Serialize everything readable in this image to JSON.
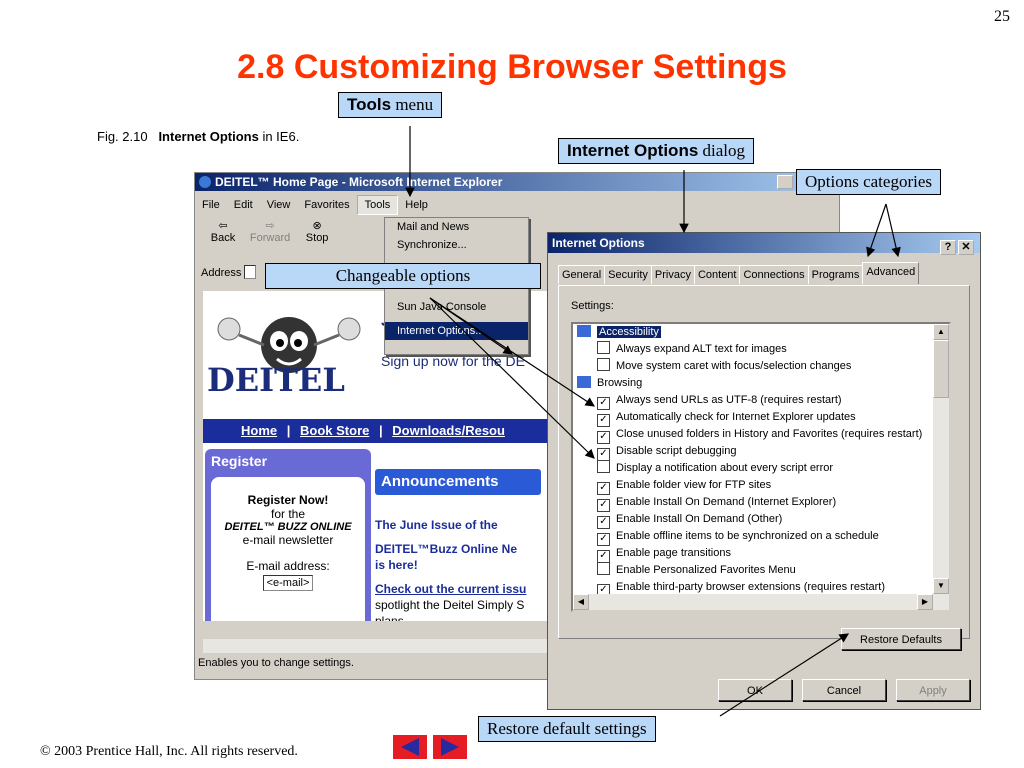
{
  "page_number": "25",
  "slide_title": "2.8 Customizing Browser Settings",
  "figure_caption": {
    "prefix": "Fig. 2.10",
    "bold": "Internet Options",
    "suffix": "in IE6."
  },
  "callouts": {
    "tools_menu": {
      "bold": "Tools",
      "text": "menu"
    },
    "internet_options_dialog": {
      "bold": "Internet Options",
      "text": "dialog"
    },
    "options_categories": "Options categories",
    "changeable_options": "Changeable options",
    "restore_default_settings": "Restore default settings"
  },
  "ie_window": {
    "title": "DEITEL™ Home Page - Microsoft Internet Explorer",
    "menu": [
      "File",
      "Edit",
      "View",
      "Favorites",
      "Tools",
      "Help"
    ],
    "toolbar": [
      "Back",
      "Forward",
      "Stop"
    ],
    "address_label": "Address",
    "tools_dropdown": [
      "Mail and News",
      "Synchronize...",
      "Sun Java Console",
      "Internet Options..."
    ],
    "status_text": "Enables you to change settings.",
    "page": {
      "logo_text": "DEITEL",
      "nav_links": [
        "Home",
        "Book Store",
        "Downloads/Resou"
      ],
      "signup_text": "Sign up now for the DE",
      "register_heading": "Register",
      "register_now": "Register Now!",
      "for_the": "for the",
      "buzz_online": "DEITEL™ BUZZ ONLINE",
      "newsletter": "e-mail newsletter",
      "email_label": "E-mail address:",
      "email_placeholder": "<e-mail>",
      "announcements": "Announcements",
      "june_issue": "The June Issue of the",
      "deitel_buzz": "DEITEL™Buzz Online Ne",
      "is_here": "is here!",
      "check_out": "Check out the current issu",
      "spotlight": "spotlight the Deitel Simply S",
      "plans": "plans."
    }
  },
  "dialog": {
    "title": "Internet Options",
    "help_btn": "?",
    "close_btn": "✕",
    "tabs": [
      "General",
      "Security",
      "Privacy",
      "Content",
      "Connections",
      "Programs",
      "Advanced"
    ],
    "active_tab": "Advanced",
    "settings_label": "Settings:",
    "items": [
      {
        "type": "category",
        "label": "Accessibility",
        "selected": true
      },
      {
        "type": "check",
        "label": "Always expand ALT text for images",
        "checked": false
      },
      {
        "type": "check",
        "label": "Move system caret with focus/selection changes",
        "checked": false
      },
      {
        "type": "category",
        "label": "Browsing",
        "selected": false
      },
      {
        "type": "check",
        "label": "Always send URLs as UTF-8 (requires restart)",
        "checked": true
      },
      {
        "type": "check",
        "label": "Automatically check for Internet Explorer updates",
        "checked": true
      },
      {
        "type": "check",
        "label": "Close unused folders in History and Favorites (requires restart)",
        "checked": true
      },
      {
        "type": "check",
        "label": "Disable script debugging",
        "checked": true
      },
      {
        "type": "check",
        "label": "Display a notification about every script error",
        "checked": false
      },
      {
        "type": "check",
        "label": "Enable folder view for FTP sites",
        "checked": true
      },
      {
        "type": "check",
        "label": "Enable Install On Demand (Internet Explorer)",
        "checked": true
      },
      {
        "type": "check",
        "label": "Enable Install On Demand (Other)",
        "checked": true
      },
      {
        "type": "check",
        "label": "Enable offline items to be synchronized on a schedule",
        "checked": true
      },
      {
        "type": "check",
        "label": "Enable page transitions",
        "checked": true
      },
      {
        "type": "check",
        "label": "Enable Personalized Favorites Menu",
        "checked": false
      },
      {
        "type": "check",
        "label": "Enable third-party browser extensions (requires restart)",
        "checked": true
      }
    ],
    "restore_defaults": "Restore Defaults",
    "ok": "OK",
    "cancel": "Cancel",
    "apply": "Apply"
  },
  "copyright": "© 2003 Prentice Hall, Inc.  All rights reserved.",
  "colors": {
    "title": "#ff3300",
    "callout_bg": "#b9d7f7",
    "nav_arrow": "#e51c23",
    "window_face": "#d4d0c8",
    "titlebar_dark": "#0a246a"
  }
}
